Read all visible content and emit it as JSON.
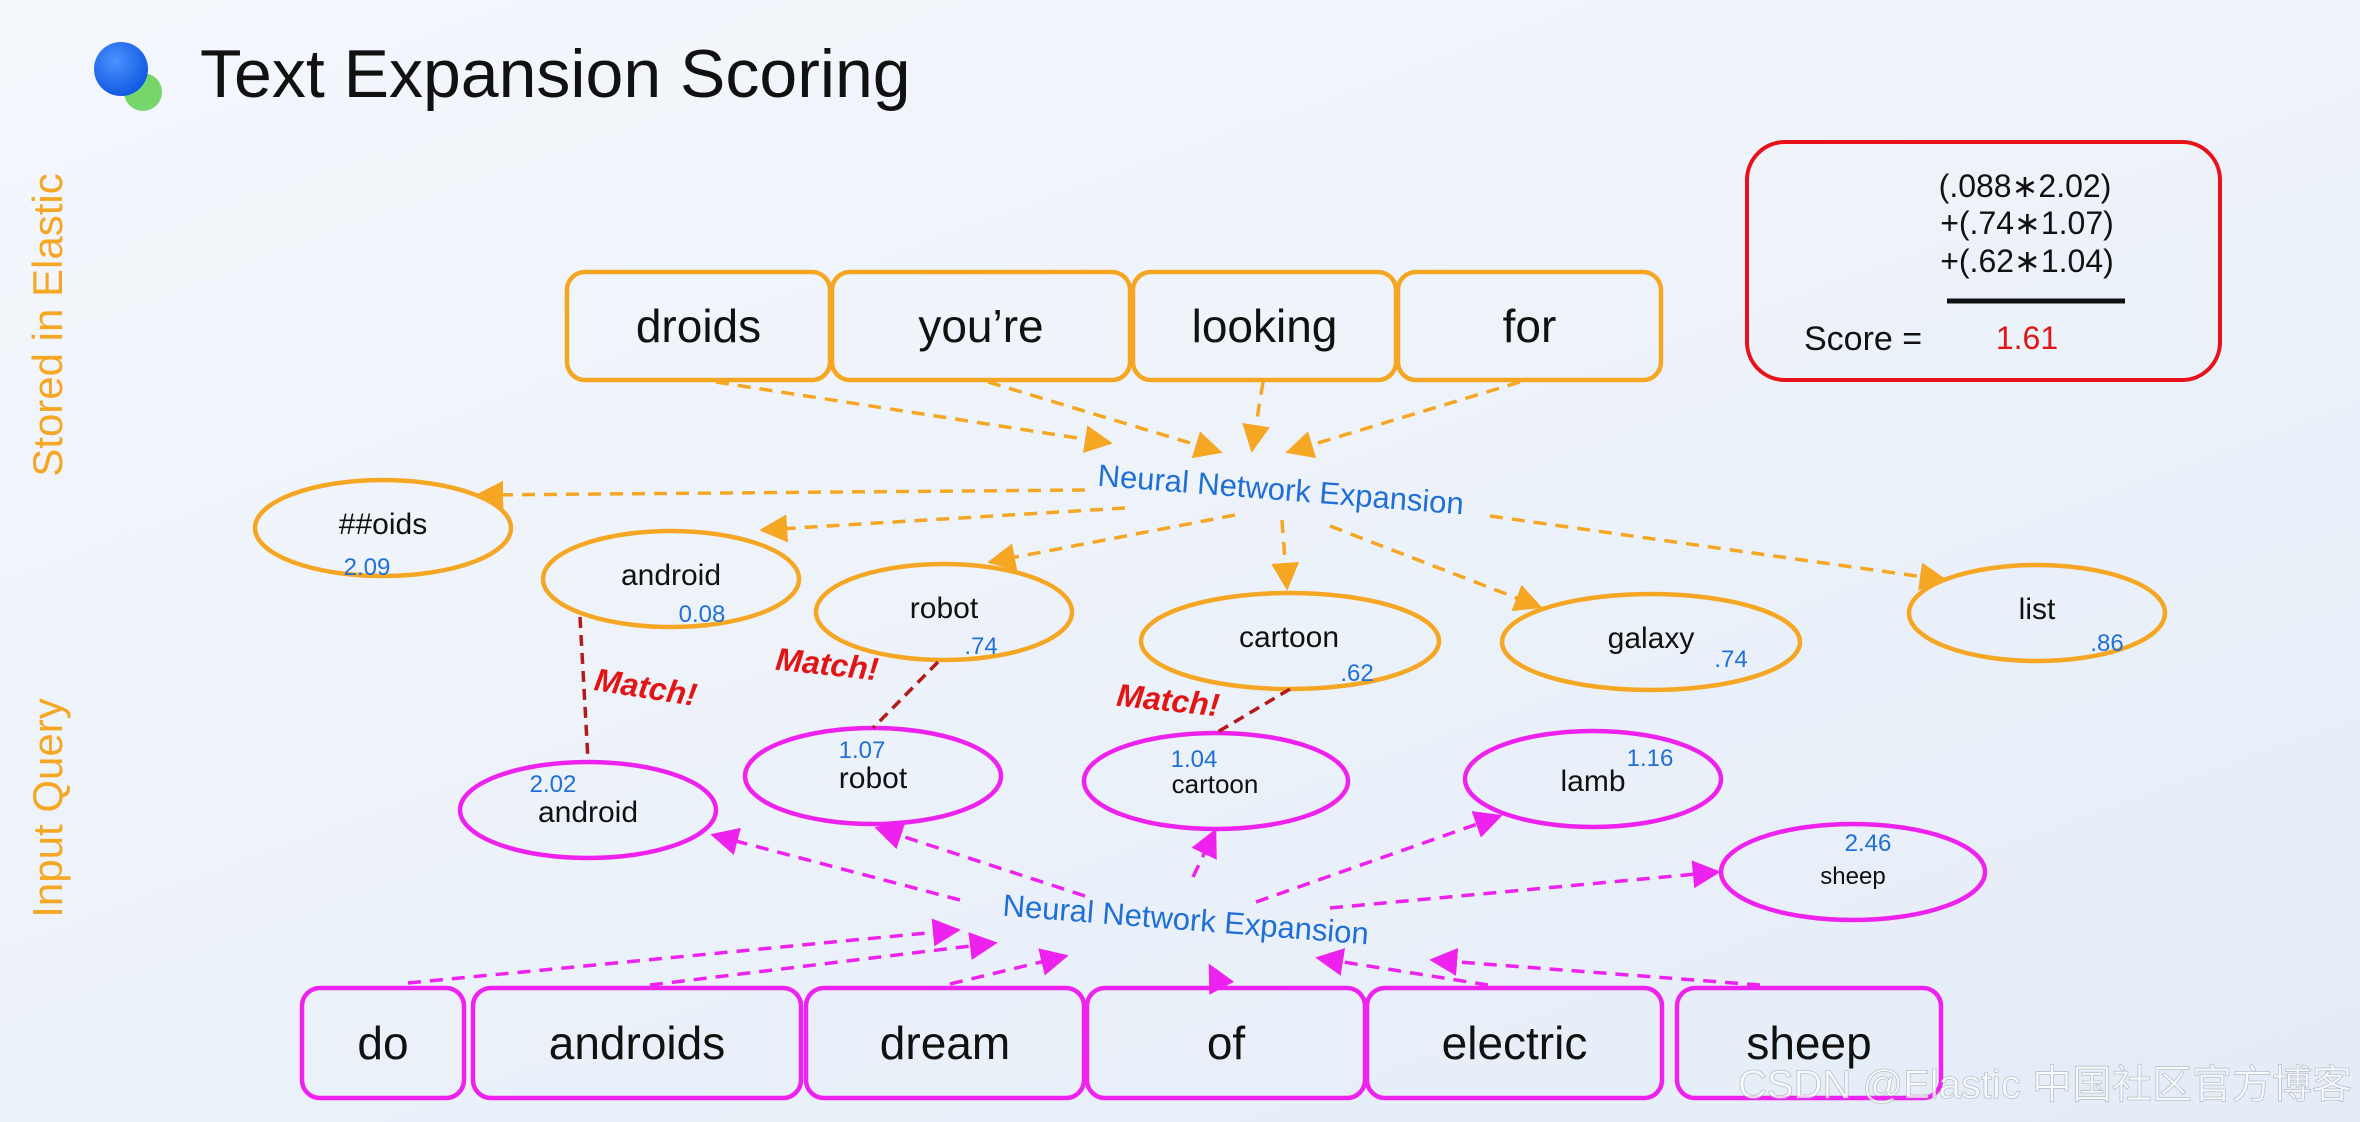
{
  "title": "Text Expansion Scoring",
  "side_labels": {
    "stored": "Stored in Elastic",
    "query": "Input Query"
  },
  "stored_tokens": [
    "droids",
    "you’re",
    "looking",
    "for"
  ],
  "query_tokens": [
    "do",
    "androids",
    "dream",
    "of",
    "electric",
    "sheep"
  ],
  "expansion_label": "Neural Network Expansion",
  "stored_expansions": [
    {
      "term": "##oids",
      "weight": "2.09"
    },
    {
      "term": "android",
      "weight": "0.08"
    },
    {
      "term": "robot",
      "weight": ".74"
    },
    {
      "term": "cartoon",
      "weight": ".62"
    },
    {
      "term": "galaxy",
      "weight": ".74"
    },
    {
      "term": "list",
      "weight": ".86"
    }
  ],
  "query_expansions": [
    {
      "term": "android",
      "weight": "2.02"
    },
    {
      "term": "robot",
      "weight": "1.07"
    },
    {
      "term": "cartoon",
      "weight": "1.04"
    },
    {
      "term": "lamb",
      "weight": "1.16"
    },
    {
      "term": "sheep",
      "weight": "2.46"
    }
  ],
  "match_label": "Match!",
  "score_box": {
    "lines": [
      "(.088∗2.02)",
      "+(.74∗1.07)",
      "+(.62∗1.04)"
    ],
    "label": "Score =",
    "value": "1.61"
  },
  "watermark": "CSDN @Elastic 中国社区官方博客",
  "colors": {
    "orange": "#f5a623",
    "magenta": "#ee22ee",
    "blue_text": "#1f6fd6",
    "match_red": "#e11515",
    "score_border": "#e8121b",
    "dark_red_line": "#b51a1a",
    "icon_blue": "#1668f0",
    "icon_green": "#77d66a"
  }
}
